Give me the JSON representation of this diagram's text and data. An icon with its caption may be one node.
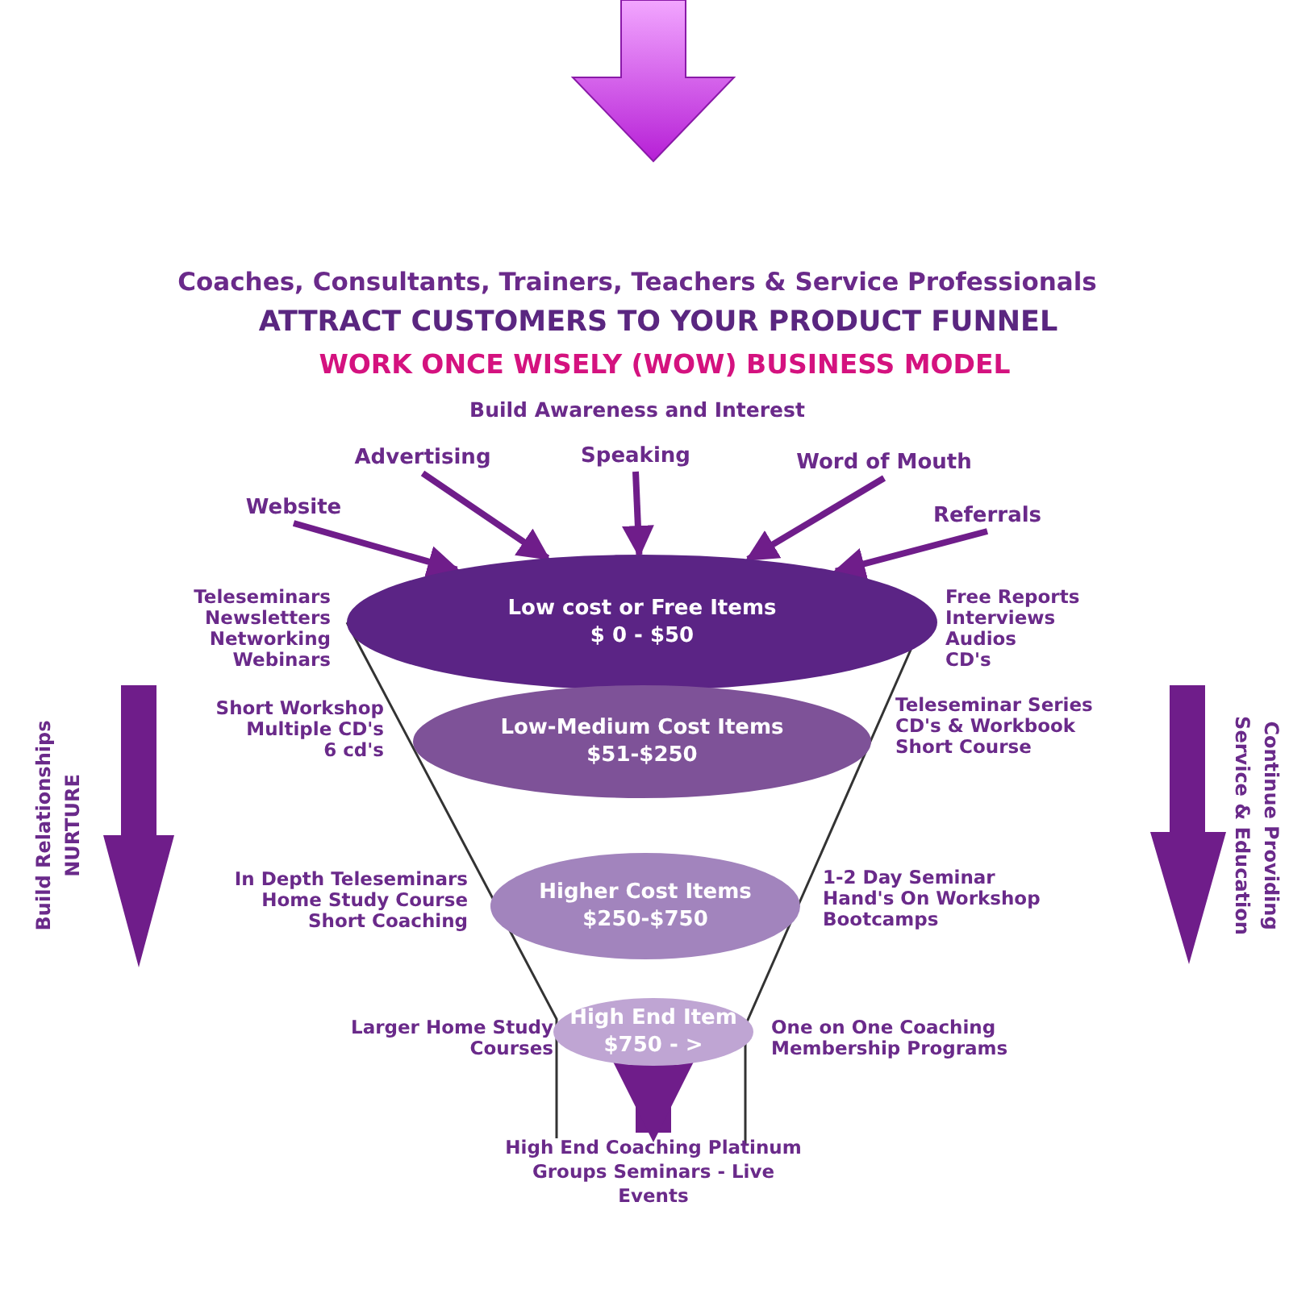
{
  "diagram": {
    "nodes": [
      {
        "text": [
          "Website"
        ]
      },
      {
        "text": [
          "Advertising"
        ]
      },
      {
        "text": [
          "Speaking"
        ]
      },
      {
        "text": [
          "Word of Mouth"
        ]
      },
      {
        "text": [
          "Referrals"
        ]
      },
      {
        "text": [
          "Low cost or Free Items",
          "$ 0 - $50"
        ],
        "beside": [
          "Teleseminars",
          "Newsletters",
          "Networking",
          "Webinars",
          "Free Reports",
          "Interviews",
          "Audios",
          "CD's"
        ]
      },
      {
        "text": [
          "Low-Medium Cost Items",
          "$51-$250"
        ],
        "beside": [
          "Short Workshop",
          "Multiple CD's",
          "6 cd's",
          "Teleseminar Series",
          "CD's & Workbook",
          "Short Course"
        ]
      },
      {
        "text": [
          "Higher Cost Items",
          "$250-$750"
        ],
        "beside": [
          "In Depth Teleseminars",
          "Home Study Course",
          "Short Coaching",
          "1-2 Day Seminar",
          "Hand's On Workshop",
          "Bootcamps"
        ]
      },
      {
        "text": [
          "High End Item",
          "$750 - >"
        ],
        "beside": [
          "Larger Home Study Courses",
          "One on One Coaching",
          "Membership Programs"
        ]
      },
      {
        "text": [
          "High End Coaching Platinum Groups Seminars - Live Events"
        ]
      }
    ],
    "edges": [
      {
        "from": 0,
        "to": 5,
        "arrow": "to"
      },
      {
        "from": 1,
        "to": 5,
        "arrow": "to"
      },
      {
        "from": 2,
        "to": 5,
        "arrow": "to"
      },
      {
        "from": 3,
        "to": 5,
        "arrow": "to"
      },
      {
        "from": 4,
        "to": 5,
        "arrow": "to"
      },
      {
        "from": 8,
        "to": 9,
        "arrow": "to",
        "style": "thick"
      }
    ],
    "labels": [
      "Coaches, Consultants, Trainers, Teachers & Service Professionals",
      "ATTRACT CUSTOMERS TO YOUR PRODUCT FUNNEL",
      "WORK ONCE WISELY (WOW) BUSINESS MODEL",
      "Build Awareness and Interest",
      "Build Relationships",
      "NURTURE",
      "Continue Providing",
      "Service & Education"
    ]
  }
}
